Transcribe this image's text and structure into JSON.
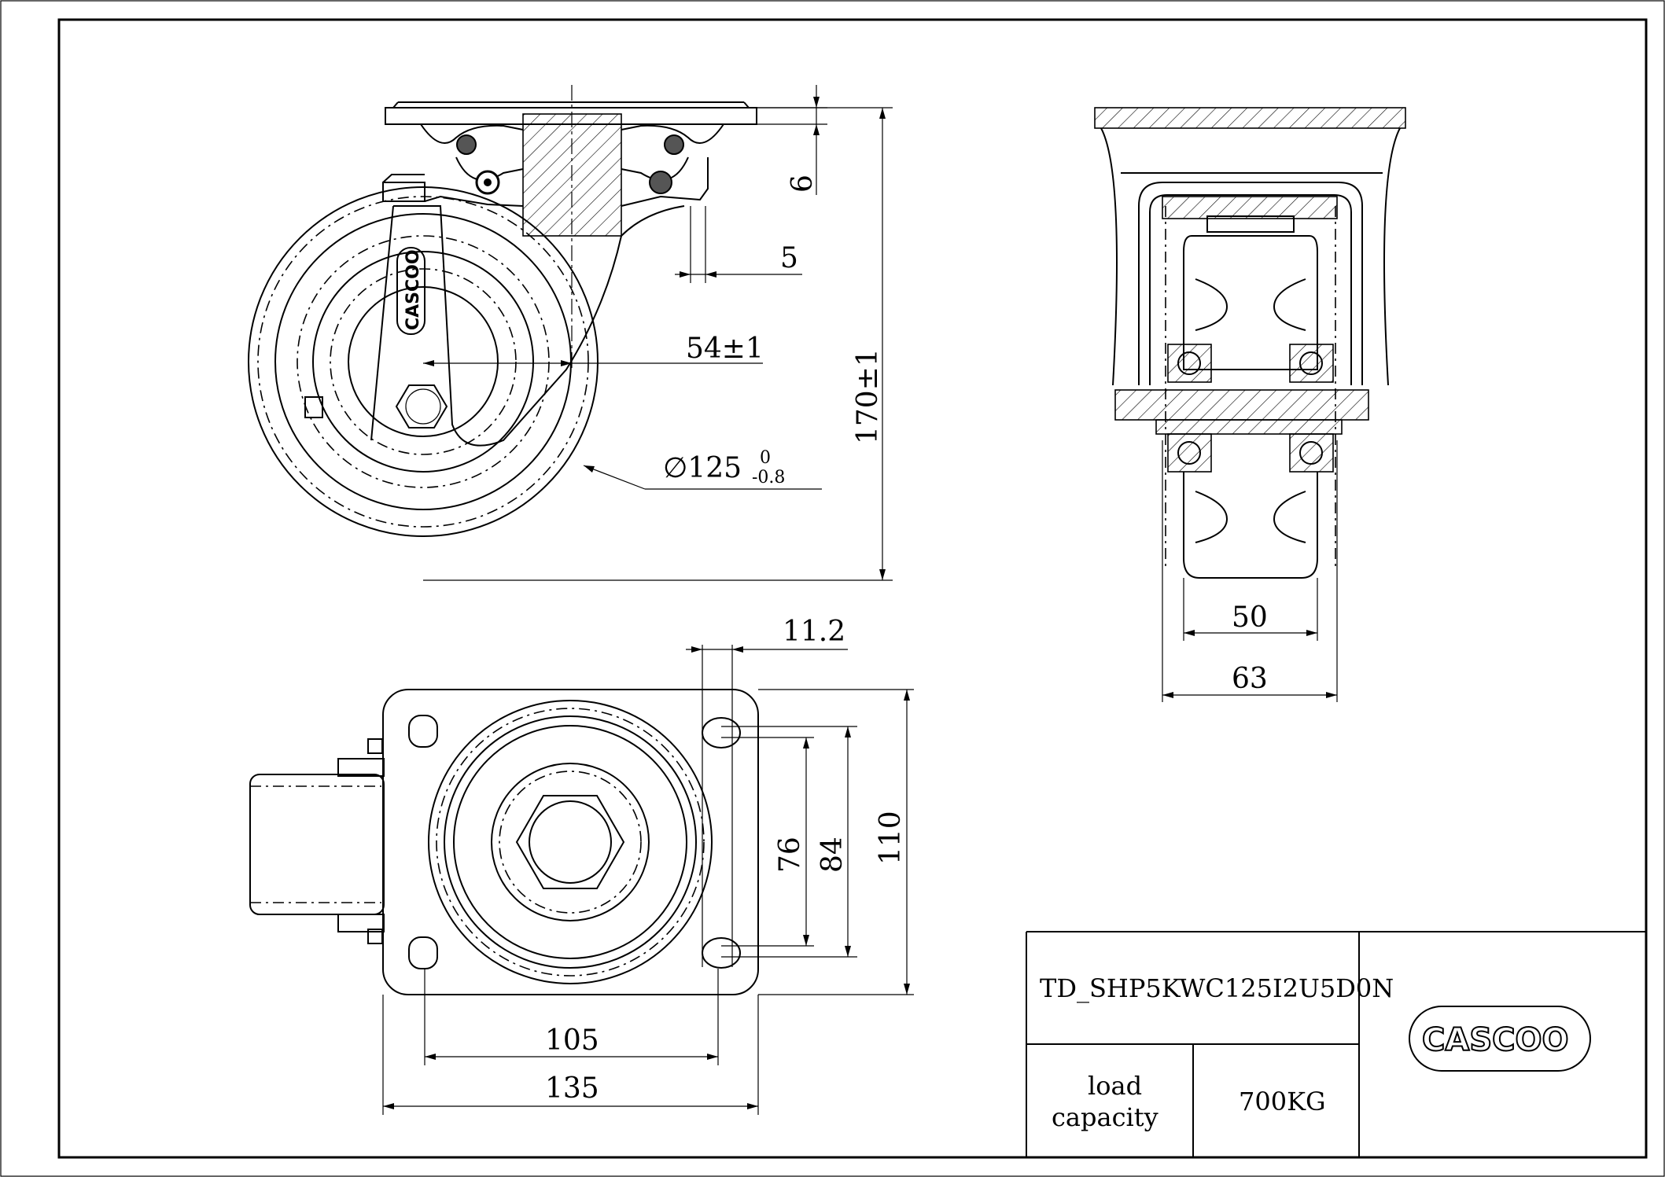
{
  "drawing": {
    "side_view": {
      "dim_plate_thickness": "6",
      "dim_offset": "5",
      "dim_swivel_offset": "54±1",
      "dim_wheel_diameter": "∅125",
      "dim_wheel_tol_upper": "0",
      "dim_wheel_tol_lower": "-0.8",
      "dim_overall_height": "170±1",
      "wheel_logo": "CASCOO"
    },
    "front_view": {
      "dim_wheel_width": "50",
      "dim_hub_width": "63"
    },
    "top_view": {
      "dim_hole_offset": "11.2",
      "dim_bolt_y_inner": "76",
      "dim_bolt_y_outer": "84",
      "dim_plate_height": "110",
      "dim_bolt_x": "105",
      "dim_plate_width": "135"
    }
  },
  "title_block": {
    "part_number": "TD_SHP5KWC125I2U5D0N",
    "load_label": "load\ncapacity",
    "load_label_line1": "load",
    "load_label_line2": "capacity",
    "load_value": "700KG",
    "brand_logo": "CASCOO"
  }
}
